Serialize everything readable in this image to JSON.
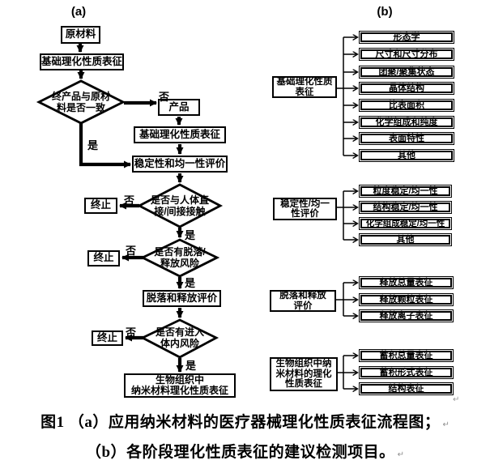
{
  "panel_a": {
    "label": "(a)",
    "raw_material": "原材料",
    "basic_char_top": "基础理化性质表征",
    "decision1": {
      "line1": "终产品与原材",
      "line2": "料是否一致",
      "no": "否",
      "yes": "是"
    },
    "product": "产品",
    "basic_char_product": "基础理化性质表征",
    "stability_eval": "稳定性和均一性评价",
    "decision2": {
      "line1": "是否与人体直",
      "line2": "接/间接接触",
      "no": "否",
      "yes": "是"
    },
    "stop1": "终止",
    "decision3": {
      "line1": "是否有脱落/",
      "line2": "释放风险",
      "no": "否",
      "yes": "是"
    },
    "stop2": "终止",
    "release_eval": "脱落和释放评价",
    "decision4": {
      "line1": "是否有进入",
      "line2": "体内风险",
      "no": "否",
      "yes": "是"
    },
    "stop3": "终止",
    "bio_char": {
      "line1": "生物组织中",
      "line2": "纳米材料理化性质表征"
    }
  },
  "panel_b": {
    "label": "(b)",
    "groups": [
      {
        "header_lines": [
          "基础理化性质",
          "表征"
        ],
        "items": [
          "形态学",
          "尺寸和尺寸分布",
          "团聚/聚集状态",
          "晶体结构",
          "比表面积",
          "化学组成和纯度",
          "表面特性",
          "其他"
        ]
      },
      {
        "header_lines": [
          "稳定性/均一",
          "性评价"
        ],
        "items": [
          "粒度稳定/均一性",
          "结构稳定/均一性",
          "化学组成稳定/均一性",
          "其他"
        ]
      },
      {
        "header_lines": [
          "脱落和释放",
          "评价"
        ],
        "items": [
          "释放总量表征",
          "释放颗粒表征",
          "释放离子表征"
        ]
      },
      {
        "header_lines": [
          "生物组织中纳",
          "米材料的理化",
          "性质表征"
        ],
        "items": [
          "蓄积总量表征",
          "蓄积形式表征",
          "结构表征"
        ]
      }
    ]
  },
  "caption": {
    "line1": "图1 （a）应用纳米材料的医疗器械理化性质表征流程图；",
    "line2": "（b）各阶段理化性质表征的建议检测项目。",
    "return_mark": "↵"
  },
  "colors": {
    "ink": "#000000",
    "background": "#ffffff"
  }
}
